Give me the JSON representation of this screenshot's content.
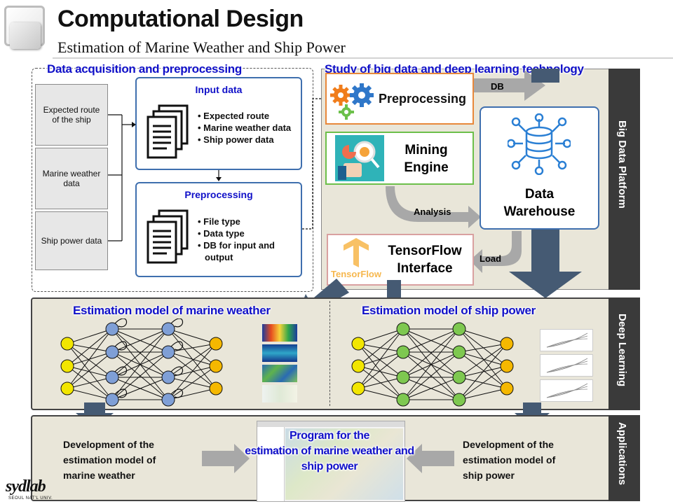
{
  "header": {
    "title": "Computational Design",
    "subtitle": "Estimation of Marine Weather and Ship Power"
  },
  "acquisition": {
    "title": "Data acquisition and preprocessing",
    "sources": [
      "Expected route of the ship",
      "Marine weather data",
      "Ship power data"
    ],
    "input": {
      "title": "Input data",
      "bullets": [
        "Expected route",
        "Marine weather data",
        "Ship power data"
      ]
    },
    "preprocessing": {
      "title": "Preprocessing",
      "bullets": [
        "File type",
        "Data type",
        "DB for input and output"
      ]
    }
  },
  "bigdata": {
    "title": "Study of big data and deep learning technology",
    "preprocessing": "Preprocessing",
    "mining": [
      "Mining",
      "Engine"
    ],
    "tensorflow": [
      "TensorFlow",
      "Interface"
    ],
    "tensorflow_logo": "TensorFlow",
    "warehouse": [
      "Data",
      "Warehouse"
    ],
    "arrows": {
      "db": "DB",
      "analysis": "Analysis",
      "load": "Load"
    },
    "side_label": "Big Data Platform"
  },
  "deep": {
    "weather_title": "Estimation model of marine weather",
    "power_title": "Estimation model of ship power",
    "side_label": "Deep Learning",
    "colors": {
      "input": "#f2e600",
      "hidden_weather": "#7f9fd6",
      "hidden_power": "#7ec850",
      "output": "#f5b800"
    }
  },
  "apps": {
    "left": [
      "Development of the",
      "estimation model of",
      "marine weather"
    ],
    "center": [
      "Program for the",
      "estimation of marine weather and",
      "ship power"
    ],
    "right": [
      "Development of the",
      "estimation model of",
      "ship power"
    ],
    "side_label": "Applications"
  },
  "footer": {
    "logo": "sydlab",
    "logo_sub": "SEOUL NAT'L UNIV."
  }
}
